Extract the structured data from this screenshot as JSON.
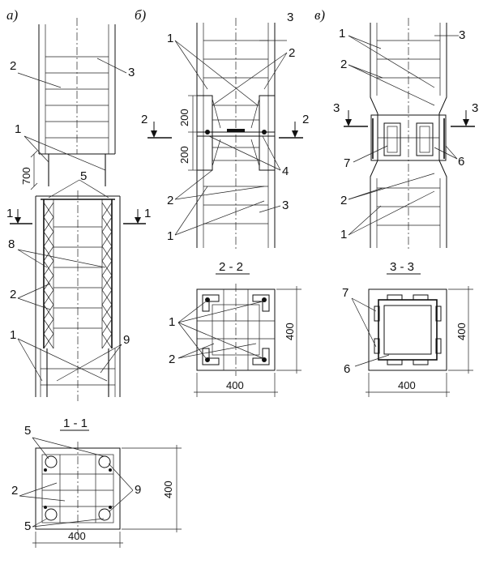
{
  "panels": {
    "a": "а)",
    "b": "б)",
    "v": "в)"
  },
  "sections": {
    "s11": "1 - 1",
    "s22": "2 - 2",
    "s33": "3 - 3"
  },
  "section_marks": {
    "one": "1",
    "two": "2",
    "three": "3"
  },
  "labels": {
    "n1": "1",
    "n2": "2",
    "n3": "3",
    "n4": "4",
    "n5": "5",
    "n6": "6",
    "n7": "7",
    "n8": "8",
    "n9": "9"
  },
  "dimensions": {
    "d700": "700",
    "d200": "200",
    "d400": "400"
  }
}
